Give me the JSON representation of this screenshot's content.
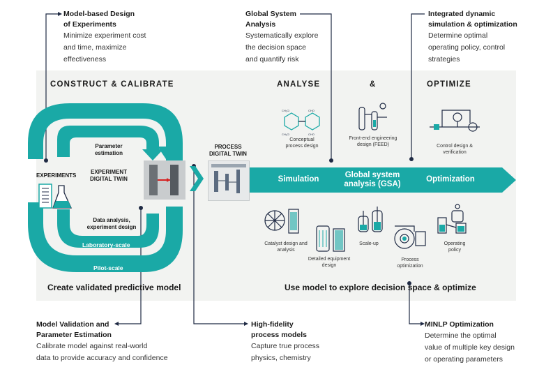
{
  "colors": {
    "teal": "#1aa9a6",
    "dark": "#1f2a44",
    "panel": "#f2f3f1"
  },
  "callouts": {
    "doe": {
      "title_line1": "Model-based Design",
      "title_line2": "of Experiments",
      "text_line1": "Minimize experiment cost",
      "text_line2": "and time, maximize",
      "text_line3": "effectiveness"
    },
    "gsa": {
      "title_line1": "Global System",
      "title_line2": "Analysis",
      "text_line1": "Systematically explore",
      "text_line2": "the decision space",
      "text_line3": "and quantify risk"
    },
    "dyn": {
      "title_line1": "Integrated dynamic",
      "title_line2": "simulation & optimization",
      "text_line1": "Determine optimal",
      "text_line2": "operating policy, control",
      "text_line3": "strategies"
    },
    "mvpe": {
      "title_line1": "Model Validation and",
      "title_line2": "Parameter Estimation",
      "text_line1": "Calibrate model against real-world",
      "text_line2": "data to provide accuracy and confidence"
    },
    "hifi": {
      "title_line1": "High-fidelity",
      "title_line2": "process models",
      "text_line1": "Capture true process",
      "text_line2": "physics, chemistry"
    },
    "minlp": {
      "title_line1": "MINLP Optimization",
      "text_line1": "Determine the optimal",
      "text_line2": "value of multiple key design",
      "text_line3": "or operating parameters"
    }
  },
  "headings": {
    "construct": "CONSTRUCT & CALIBRATE",
    "analyse": "ANALYSE",
    "amp": "&",
    "optimize": "OPTIMIZE"
  },
  "loop": {
    "experiments": "EXPERIMENTS",
    "param_est_line1": "Parameter",
    "param_est_line2": "estimation",
    "exp_twin_line1": "EXPERIMENT",
    "exp_twin_line2": "DIGITAL TWIN",
    "data_line1": "Data analysis,",
    "data_line2": "experiment design",
    "lab_scale": "Laboratory-scale",
    "pilot_scale": "Pilot-scale"
  },
  "process_twin_line1": "PROCESS",
  "process_twin_line2": "DIGITAL TWIN",
  "arrow": {
    "simulation": "Simulation",
    "gsa_line1": "Global system",
    "gsa_line2": "analysis (GSA)",
    "optimization": "Optimization"
  },
  "icons_top": {
    "conceptual_line1": "Conceptual",
    "conceptual_line2": "process design",
    "feed_line1": "Front-end engineering",
    "feed_line2": "design (FEED)",
    "control_line1": "Control design &",
    "control_line2": "verification"
  },
  "icons_bottom": {
    "catalyst_line1": "Catalyst design and",
    "catalyst_line2": "analysis",
    "equipment_line1": "Detailed equipment",
    "equipment_line2": "design",
    "scaleup": "Scale-up",
    "procopt_line1": "Process",
    "procopt_line2": "optimization",
    "policy_line1": "Operating",
    "policy_line2": "policy"
  },
  "bottom_labels": {
    "left": "Create validated predictive model",
    "right": "Use model to explore decision space & optimize"
  }
}
